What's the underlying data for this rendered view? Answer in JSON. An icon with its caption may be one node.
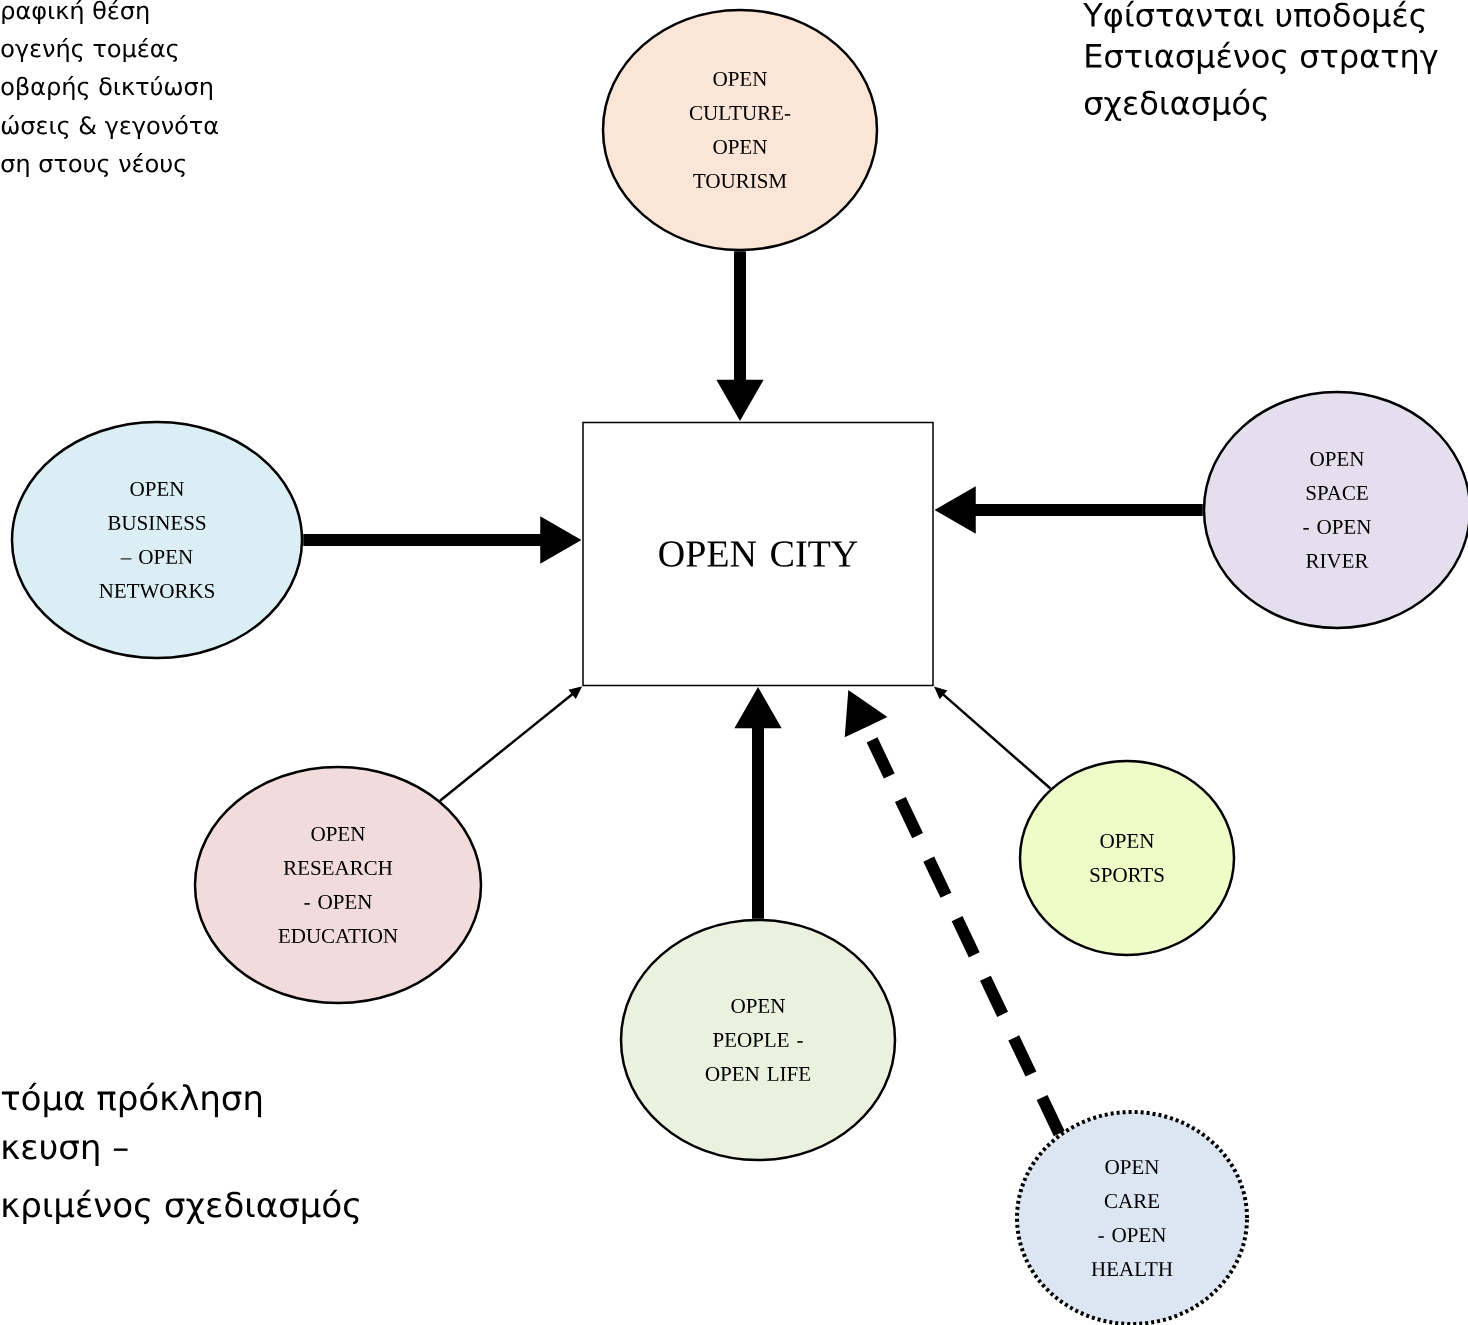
{
  "diagram": {
    "nodes": [
      {
        "text": [
          "OPEN CULTURE- OPEN TOURISM"
        ]
      },
      {
        "text": [
          "OPEN BUSINESS – OPEN NETWORKS"
        ]
      },
      {
        "text": [
          "OPEN CITY"
        ]
      },
      {
        "text": [
          "OPEN SPACE - OPEN RIVER"
        ]
      },
      {
        "text": [
          "OPEN RESEARCH - OPEN EDUCATION"
        ]
      },
      {
        "text": [
          "OPEN SPORTS"
        ]
      },
      {
        "text": [
          "OPEN PEOPLE - OPEN LIFE"
        ]
      },
      {
        "text": [
          "OPEN CARE - OPEN HEALTH"
        ]
      }
    ],
    "edges": [
      {
        "from": 0,
        "to": 2,
        "arrow": "to"
      },
      {
        "from": 1,
        "to": 2,
        "arrow": "to"
      },
      {
        "from": 3,
        "to": 2,
        "arrow": "to"
      },
      {
        "from": 4,
        "to": 2,
        "arrow": "to"
      },
      {
        "from": 5,
        "to": 2,
        "arrow": "to"
      },
      {
        "from": 6,
        "to": 2,
        "arrow": "to"
      },
      {
        "from": 7,
        "to": 2,
        "arrow": "to",
        "style": "dashed"
      }
    ],
    "labels": [
      "ραφική θέση",
      "ογενής τομέας",
      "οβαρής δικτύωση",
      "ώσεις & γεγονότα",
      "ση στους νέους",
      "Υφίστανται υποδομές",
      "Εστιασμένος στρατηγ",
      "σχεδιασμός",
      "τόμα πρόκληση",
      "κευση –",
      "κριμένος σχεδιασμός"
    ]
  }
}
